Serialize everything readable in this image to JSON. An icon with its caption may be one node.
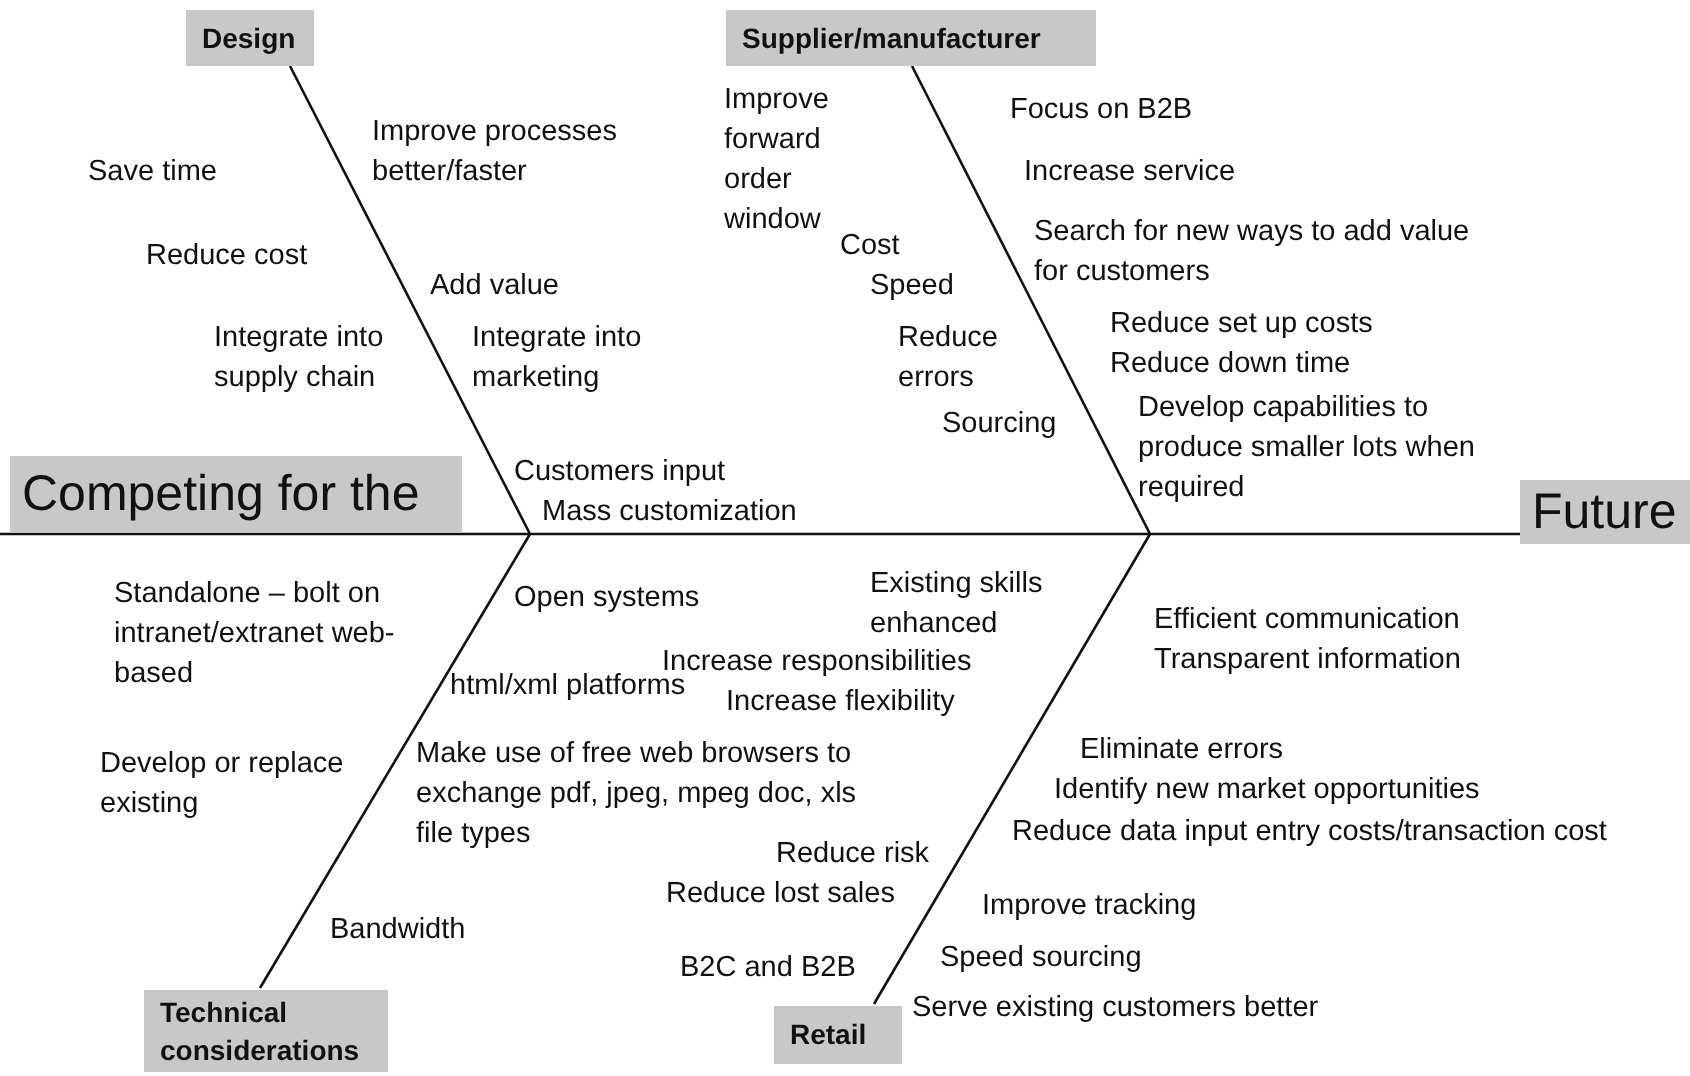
{
  "diagram": {
    "nodes": [
      {
        "text": [
          "Design"
        ]
      },
      {
        "text": [
          "Supplier/manufacturer"
        ]
      },
      {
        "text": [
          "Competing for the"
        ]
      },
      {
        "text": [
          "Future"
        ]
      },
      {
        "text": [
          "Technical considerations"
        ]
      },
      {
        "text": [
          "Retail"
        ]
      }
    ],
    "edges": [
      {
        "from": 2,
        "to": 3,
        "arrow": "none"
      },
      {
        "from": 0,
        "to": null,
        "arrow": "none"
      },
      {
        "from": 1,
        "to": null,
        "arrow": "none"
      },
      {
        "from": 4,
        "to": null,
        "arrow": "none"
      },
      {
        "from": 5,
        "to": null,
        "arrow": "none"
      }
    ],
    "labels": [
      "Save time",
      "Improve processes better/faster",
      "Reduce cost",
      "Add value",
      "Integrate into supply chain",
      "Integrate into marketing",
      "Customers input",
      "Mass customization",
      "Improve forward order window",
      "Focus on B2B",
      "Increase service",
      "Search for new ways to add value for customers",
      "Cost",
      "Speed",
      "Reduce errors",
      "Reduce set up costs",
      "Reduce down time",
      "Sourcing",
      "Develop capabilities to produce smaller lots when required",
      "Standalone – bolt on intranet/extranet web-based",
      "Open systems",
      "html/xml platforms",
      "Develop or replace existing",
      "Make use of free web browsers to exchange pdf, jpeg, mpeg doc, xls file types",
      "Bandwidth",
      "Existing skills enhanced",
      "Increase responsibilities",
      "Increase flexibility",
      "Efficient communication",
      "Transparent information",
      "Eliminate errors",
      "Identify new market opportunities",
      "Reduce data input entry costs/transaction cost",
      "Reduce risk",
      "Reduce lost sales",
      "Improve tracking",
      "B2C and B2B",
      "Speed sourcing",
      "Serve existing customers better"
    ]
  }
}
